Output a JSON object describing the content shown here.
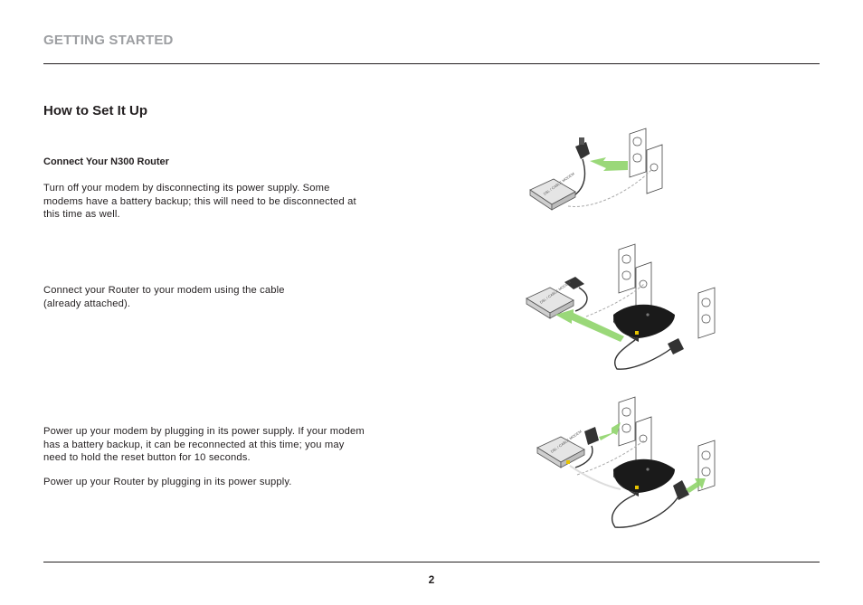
{
  "header": {
    "section": "GETTING STARTED"
  },
  "main": {
    "heading": "How to Set It Up",
    "step1": {
      "title": "Connect Your N300 Router",
      "text": "Turn off your modem by disconnecting its power supply. Some\nmodems have a battery backup; this will need to be disconnected at\nthis time as well."
    },
    "step2": {
      "text": "Connect your Router to your modem using the cable\n(already attached)."
    },
    "step3": {
      "text": "Power up your modem by plugging in its power supply. If your modem\nhas a battery backup, it can be reconnected at this time; you may\nneed to hold the reset button for 10 seconds.",
      "text2": "Power up your Router by plugging in its power supply."
    }
  },
  "illustrations": {
    "modem_label": "DSL / CABLE MODEM",
    "arrow_color": "#8fd46a",
    "wall_outlet_icon": "wall-outlet",
    "router_color": "#1a1a1a",
    "cable_color": "#e8e8e8"
  },
  "footer": {
    "page": "2"
  }
}
